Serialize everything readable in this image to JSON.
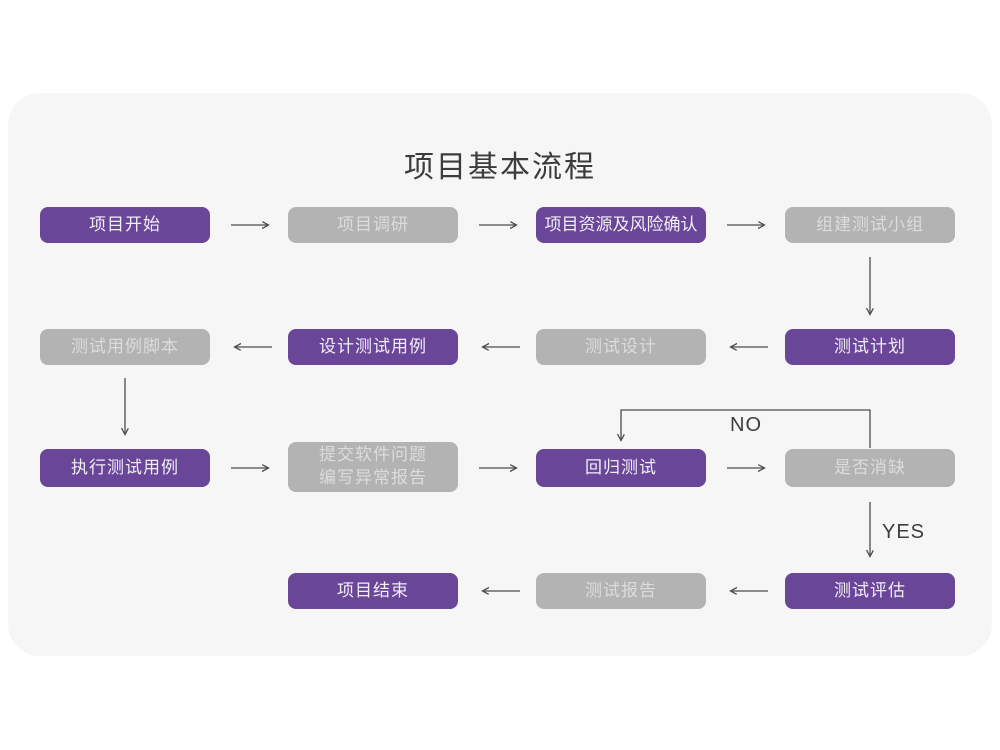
{
  "title": "项目基本流程",
  "colors": {
    "card_background": "#f6f6f6",
    "node_purple": "#6a4699",
    "node_gray": "#b3b3b3",
    "node_purple_text": "#f2eef8",
    "node_gray_text": "#dcdcdc",
    "arrow": "#4d4d4d",
    "title_text": "#3c3c3c"
  },
  "branch_labels": {
    "no": "NO",
    "yes": "YES"
  },
  "nodes": {
    "project_start": {
      "label": "项目开始"
    },
    "project_research": {
      "label": "项目调研"
    },
    "resources_risk": {
      "label": "项目资源及风险确认"
    },
    "build_test_team": {
      "label": "组建测试小组"
    },
    "test_case_script": {
      "label": "测试用例脚本"
    },
    "design_test_cases": {
      "label": "设计测试用例"
    },
    "test_design": {
      "label": "测试设计"
    },
    "test_plan": {
      "label": "测试计划"
    },
    "execute_test_cases": {
      "label": "执行测试用例"
    },
    "submit_issues": {
      "line1": "提交软件问题",
      "line2": "编写异常报告"
    },
    "regression_test": {
      "label": "回归测试"
    },
    "defect_cleared": {
      "label": "是否消缺"
    },
    "project_end": {
      "label": "项目结束"
    },
    "test_report": {
      "label": "测试报告"
    },
    "test_evaluation": {
      "label": "测试评估"
    }
  }
}
